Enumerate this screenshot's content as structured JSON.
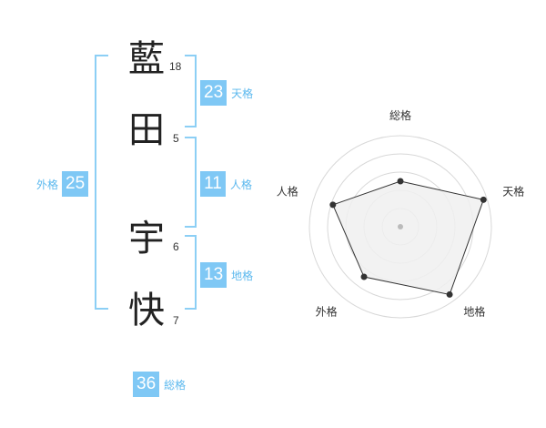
{
  "name": {
    "chars": [
      {
        "char": "藍",
        "strokes": "18"
      },
      {
        "char": "田",
        "strokes": "5"
      },
      {
        "char": "宇",
        "strokes": "6"
      },
      {
        "char": "快",
        "strokes": "7"
      }
    ]
  },
  "fortune": {
    "tenkaku": {
      "value": "23",
      "label": "天格"
    },
    "jinkaku": {
      "value": "11",
      "label": "人格"
    },
    "chikaku": {
      "value": "13",
      "label": "地格"
    },
    "gaikaku": {
      "value": "25",
      "label": "外格"
    },
    "soukaku": {
      "value": "36",
      "label": "総格"
    }
  },
  "chart_data": {
    "type": "radar",
    "axes": [
      "総格",
      "天格",
      "地格",
      "外格",
      "人格"
    ],
    "values": [
      2.5,
      4.8,
      4.6,
      3.4,
      3.9
    ],
    "scale_max": 5,
    "rings": 5,
    "colors": {
      "fill": "#f0f0f0",
      "stroke": "#333333",
      "grid": "#d8d8d8"
    }
  },
  "colors": {
    "accent": "#7fc8f5",
    "accent_text": "#5bb8ee"
  }
}
